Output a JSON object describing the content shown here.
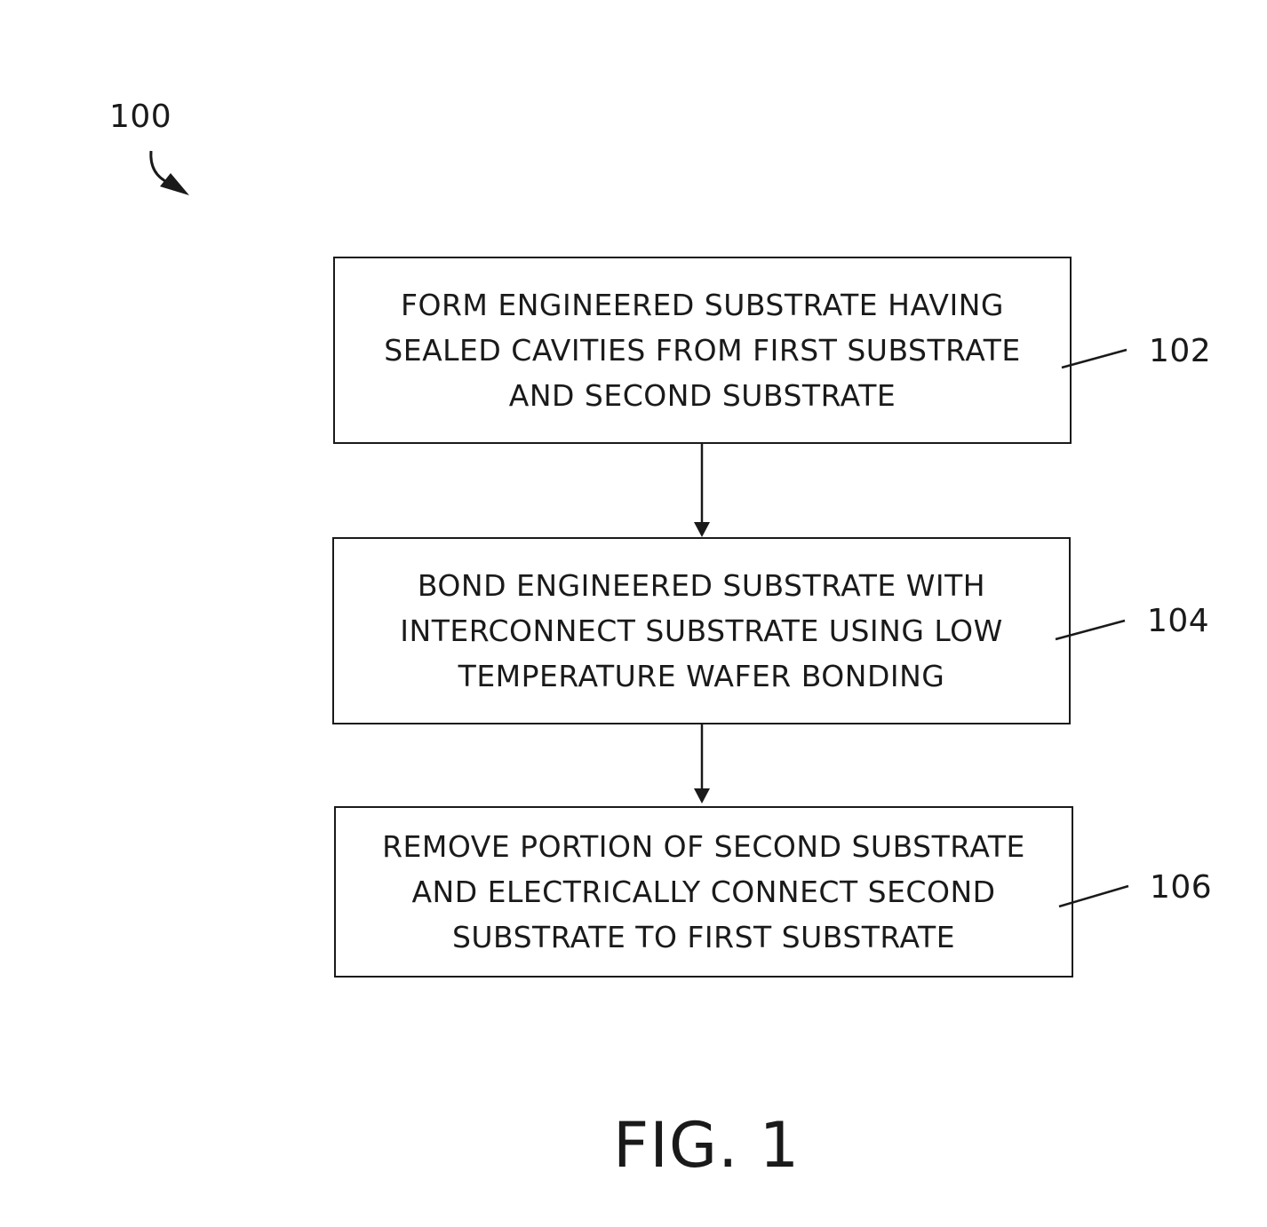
{
  "figure": {
    "ref_main": "100",
    "caption": "FIG. 1"
  },
  "steps": [
    {
      "ref": "102",
      "lines": [
        "FORM ENGINEERED SUBSTRATE HAVING",
        "SEALED CAVITIES FROM FIRST SUBSTRATE",
        "AND SECOND SUBSTRATE"
      ]
    },
    {
      "ref": "104",
      "lines": [
        "BOND ENGINEERED SUBSTRATE WITH",
        "INTERCONNECT SUBSTRATE USING LOW",
        "TEMPERATURE WAFER BONDING"
      ]
    },
    {
      "ref": "106",
      "lines": [
        "REMOVE PORTION OF SECOND SUBSTRATE",
        "AND ELECTRICALLY CONNECT SECOND",
        "SUBSTRATE TO FIRST SUBSTRATE"
      ]
    }
  ]
}
